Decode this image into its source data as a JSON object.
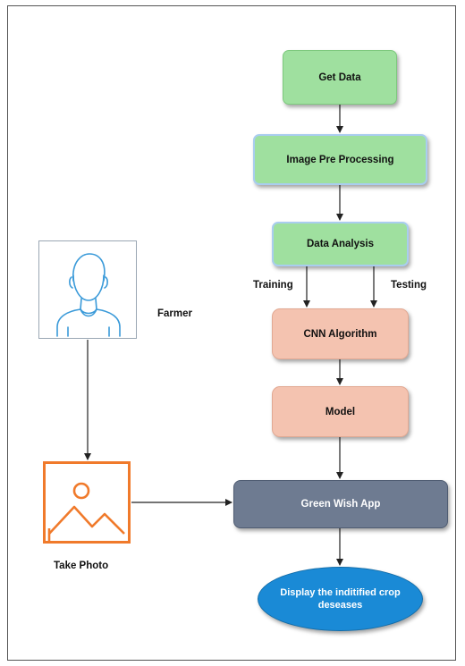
{
  "nodes": {
    "get_data": "Get Data",
    "image_pre_processing": "Image Pre Processing",
    "data_analysis": "Data Analysis",
    "cnn_algorithm": "CNN Algorithm",
    "model": "Model",
    "green_wish_app": "Green Wish App",
    "display_result": "Display the inditified crop deseases"
  },
  "edge_labels": {
    "training": "Training",
    "testing": "Testing"
  },
  "actors": {
    "farmer": "Farmer",
    "take_photo": "Take Photo"
  },
  "icons": {
    "person": "person-icon",
    "photo": "image-icon"
  },
  "colors": {
    "green_node": "#9fe09f",
    "salmon_node": "#f4c3b0",
    "app_node": "#6e7b91",
    "output_ellipse": "#1a8ad6",
    "photo_icon": "#f07a2b",
    "person_icon": "#3a9ad9"
  }
}
